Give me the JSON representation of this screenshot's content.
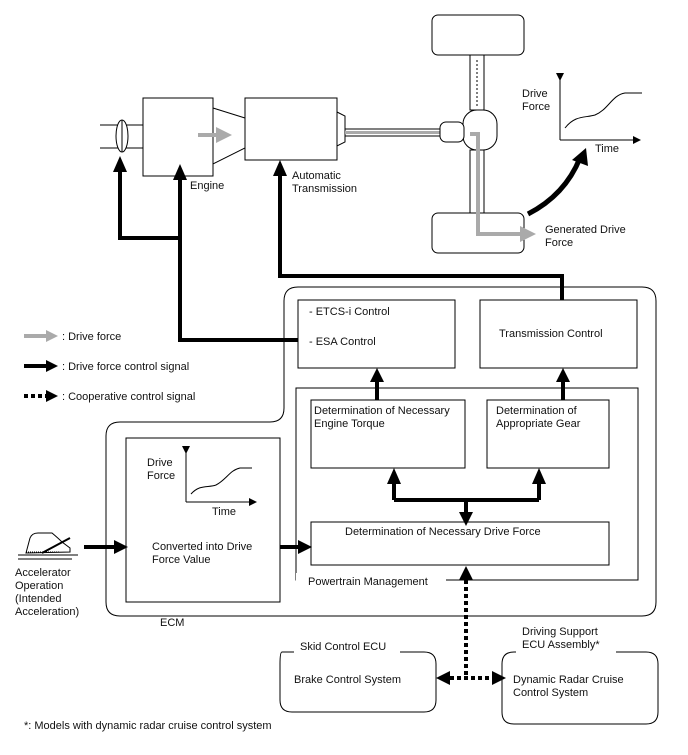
{
  "legend": {
    "drive_force": ": Drive force",
    "control_signal": ": Drive force control signal",
    "cooperative_signal": ": Cooperative control signal"
  },
  "drivetrain": {
    "engine": "Engine",
    "transmission_line1": "Automatic",
    "transmission_line2": "Transmission",
    "generated_line1": "Generated Drive",
    "generated_line2": "Force"
  },
  "top_graph": {
    "ylabel_line1": "Drive",
    "ylabel_line2": "Force",
    "xlabel": "Time"
  },
  "ecm": {
    "label": "ECM",
    "etcs": "- ETCS-i Control",
    "esa": "- ESA Control",
    "transmission_control": "Transmission Control",
    "engine_torque_line1": "Determination of Necessary",
    "engine_torque_line2": "Engine Torque",
    "gear_line1": "Determination of",
    "gear_line2": "Appropriate Gear",
    "drive_force": "Determination of Necessary Drive Force",
    "powertrain": "Powertrain Management",
    "converted_line1": "Converted into Drive",
    "converted_line2": "Force Value",
    "graph_ylabel_line1": "Drive",
    "graph_ylabel_line2": "Force",
    "graph_xlabel": "Time"
  },
  "accelerator": {
    "line1": "Accelerator",
    "line2": "Operation",
    "line3": "(Intended",
    "line4": "Acceleration)"
  },
  "skid_ecu": {
    "title": "Skid Control ECU",
    "system": "Brake Control System"
  },
  "driving_support": {
    "title_line1": "Driving Support",
    "title_line2": "ECU Assembly*",
    "system_line1": "Dynamic Radar Cruise",
    "system_line2": "Control System"
  },
  "footnote": "*: Models with dynamic radar cruise control system"
}
